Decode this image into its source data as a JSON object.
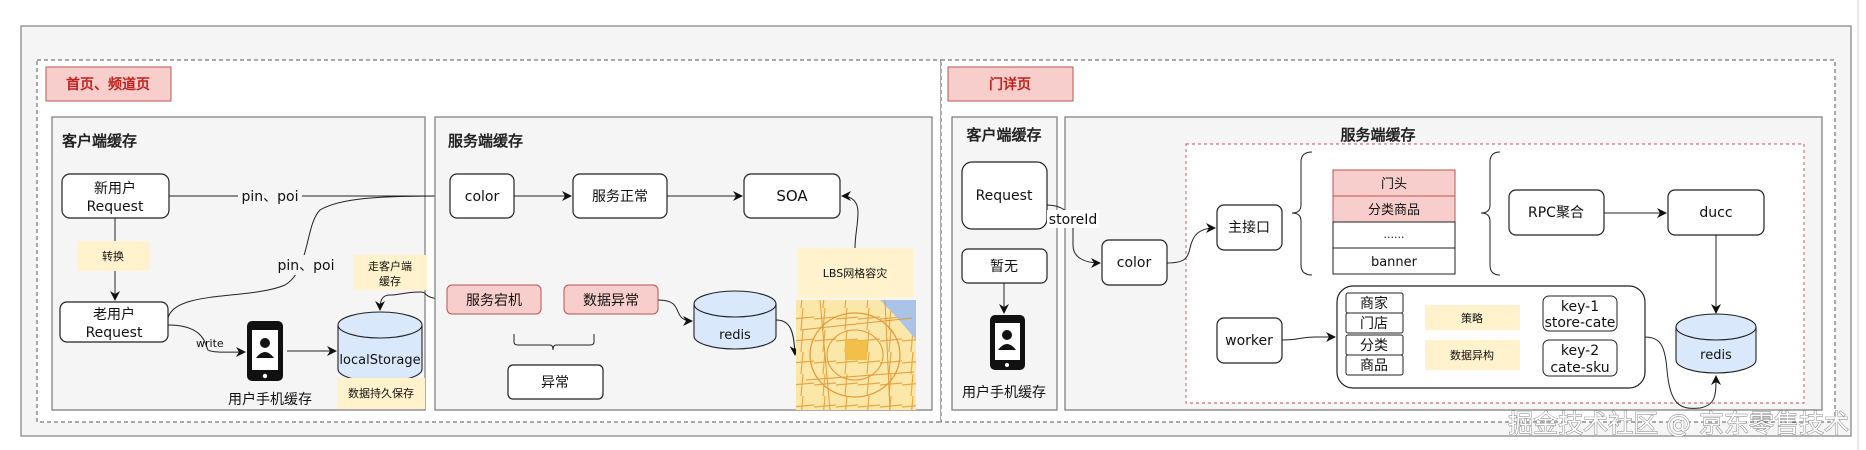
{
  "sections": {
    "home": {
      "tag": "首页、频道页",
      "client": {
        "title": "客户端缓存",
        "new_user_request": [
          "新用户",
          "Request"
        ],
        "convert_label": "转换",
        "old_user_request": [
          "老用户",
          "Request"
        ],
        "edge_pin_poi_1": "pin、poi",
        "edge_pin_poi_2": "pin、poi",
        "write_label": "write",
        "phone_icon": "mobile-phone-user-icon",
        "phone_caption": "用户手机缓存",
        "local_storage": "localStorage",
        "persist_label": "数据持久保存",
        "fallback_label": [
          "走客户端",
          "缓存"
        ]
      },
      "server": {
        "title": "服务端缓存",
        "color": "color",
        "service_ok": "服务正常",
        "soa": "SOA",
        "service_down": "服务宕机",
        "data_error": "数据异常",
        "error_group": "异常",
        "redis": "redis",
        "lbs_label": "LBS网格容灾",
        "map_icon": "city-grid-map-image"
      }
    },
    "store": {
      "tag": "门详页",
      "client": {
        "title": "客户端缓存",
        "request": "Request",
        "none": "暂无",
        "phone_icon": "mobile-phone-user-icon",
        "phone_caption": "用户手机缓存",
        "edge_storeid": "storeId"
      },
      "server": {
        "title": "服务端缓存",
        "color": "color",
        "main_api": "主接口",
        "modules": [
          {
            "label": "门头",
            "highlight": true
          },
          {
            "label": "分类商品",
            "highlight": true
          },
          {
            "label": "......",
            "highlight": false
          },
          {
            "label": "banner",
            "highlight": false
          }
        ],
        "rpc": "RPC聚合",
        "ducc": "ducc",
        "worker": "worker",
        "entities": [
          "商家",
          "门店",
          "分类",
          "商品"
        ],
        "strategy_label": "策略",
        "hetero_label": "数据异构",
        "key1": [
          "key-1",
          "store-cate"
        ],
        "key2": [
          "key-2",
          "cate-sku"
        ],
        "redis": "redis"
      }
    }
  },
  "colors": {
    "tag_fill": "#f8cecc",
    "tag_stroke": "#b85450",
    "tag_text": "#c0231f",
    "note_fill": "#fff2cc",
    "db_fill": "#dae8fc",
    "panel_fill": "#f5f5f5"
  },
  "watermark": "掘金技术社区 @ 京东零售技术"
}
